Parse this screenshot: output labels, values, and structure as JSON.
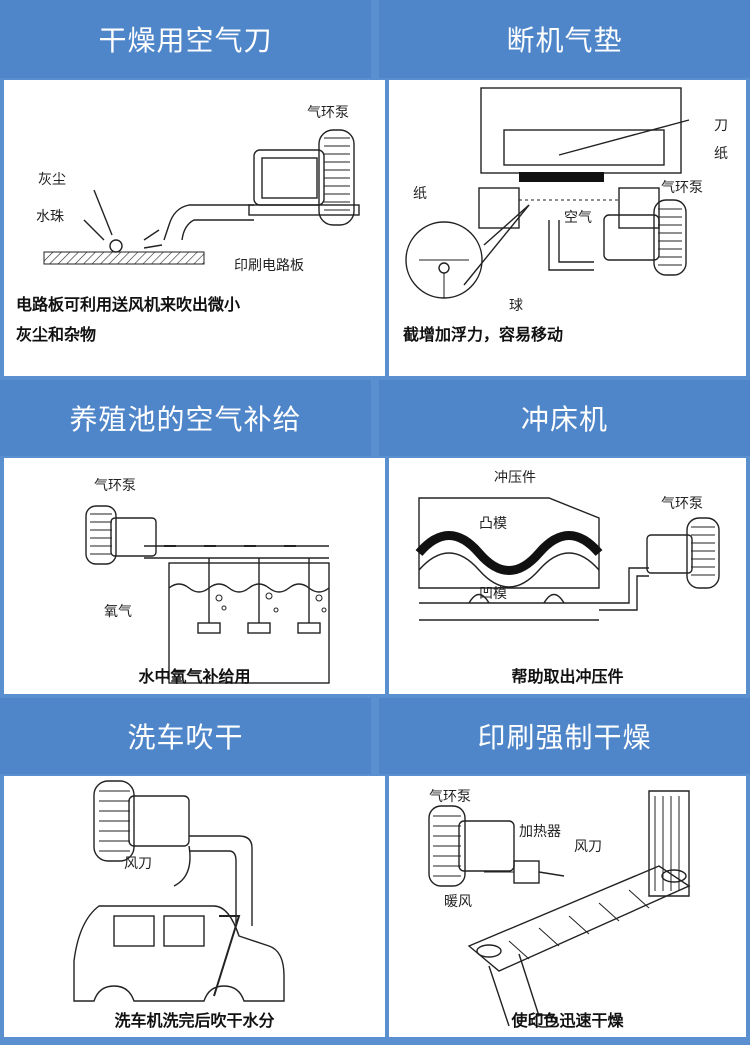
{
  "colors": {
    "header_bg": "#4f86c9",
    "border": "#5a8fd0",
    "body_bg": "#ffffff"
  },
  "panels": [
    {
      "title": "干燥用空气刀",
      "labels": {
        "dust": "灰尘",
        "water": "水珠",
        "pump": "气环泵",
        "pcb": "印刷电路板"
      },
      "caption_line1": "电路板可利用送风机来吹出微小",
      "caption_line2": "灰尘和杂物"
    },
    {
      "title": "断机气垫",
      "labels": {
        "knife": "刀",
        "paper": "纸",
        "pump": "气环泵",
        "paper2": "纸",
        "air": "空气",
        "ball": "球"
      },
      "caption": "截增加浮力，容易移动"
    },
    {
      "title": "养殖池的空气补给",
      "labels": {
        "pump": "气环泵",
        "oxygen": "氧气"
      },
      "caption": "水中氧气补给用"
    },
    {
      "title": "冲床机",
      "labels": {
        "stamp": "冲压件",
        "pump": "气环泵",
        "convex": "凸模",
        "concave": "凹模"
      },
      "caption": "帮助取出冲压件"
    },
    {
      "title": "洗车吹干",
      "labels": {
        "knife": "风刀"
      },
      "caption": "洗车机洗完后吹干水分"
    },
    {
      "title": "印刷强制干燥",
      "labels": {
        "pump": "气环泵",
        "heater": "加热器",
        "knife": "风刀",
        "warm": "暖风"
      },
      "caption": "使印色迅速干燥"
    }
  ]
}
